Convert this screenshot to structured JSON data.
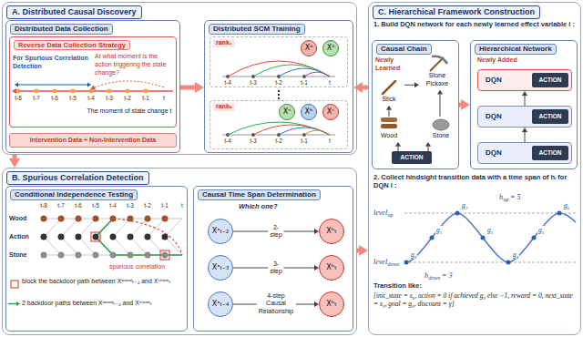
{
  "diagram": {
    "nodes": [
      {
        "text": [
          "A. Distributed Causal Discovery"
        ]
      },
      {
        "text": [
          "Distributed Data Collection"
        ],
        "in": 0
      },
      {
        "text": [
          "Reverse Data Collection Strategy"
        ],
        "in": 1
      },
      {
        "text": [
          "Intervention Data + Non-Intervention Data"
        ],
        "in": 1
      },
      {
        "text": [
          "Distributed SCM Training"
        ],
        "in": 0
      },
      {
        "text": [
          "rank₁"
        ],
        "in": 4
      },
      {
        "text": [
          "Xᵃ"
        ],
        "in": 5
      },
      {
        "text": [
          "X¹"
        ],
        "in": 5
      },
      {
        "text": [
          "rankₖ"
        ],
        "in": 4
      },
      {
        "text": [
          "Xⁿ"
        ],
        "in": 8
      },
      {
        "text": [
          "Xᵇ"
        ],
        "in": 8
      },
      {
        "text": [
          "Xᶜ"
        ],
        "in": 8
      },
      {
        "text": [
          "B. Spurious Correlation Detection"
        ]
      },
      {
        "text": [
          "Conditional Independence Testing"
        ],
        "in": 12
      },
      {
        "text": [
          "Causal Time Span Determination"
        ],
        "in": 12
      },
      {
        "text": [
          "Xᵃₜ₋₂"
        ],
        "in": 14
      },
      {
        "text": [
          "Xᵇₜ"
        ],
        "in": 14
      },
      {
        "text": [
          "Xᵃₜ₋₃"
        ],
        "in": 14
      },
      {
        "text": [
          "Xᵇₜ"
        ],
        "in": 14
      },
      {
        "text": [
          "Xᵃₜ₋₄"
        ],
        "in": 14
      },
      {
        "text": [
          "Xᵇₜ"
        ],
        "in": 14
      },
      {
        "text": [
          "C. Hierarchical Framework Construction"
        ]
      },
      {
        "text": [
          "Causal Chain"
        ],
        "in": 21
      },
      {
        "text": [
          "Stone Pickaxe"
        ],
        "in": 22
      },
      {
        "text": [
          "Stick"
        ],
        "in": 22
      },
      {
        "text": [
          "Wood"
        ],
        "in": 22
      },
      {
        "text": [
          "Stone"
        ],
        "in": 22
      },
      {
        "text": [
          "ACTION"
        ],
        "in": 22
      },
      {
        "text": [
          "Hierarchical Network"
        ],
        "in": 21
      },
      {
        "text": [
          "DQN"
        ],
        "in": 28
      },
      {
        "text": [
          "ACTION"
        ],
        "in": 29
      },
      {
        "text": [
          "DQN"
        ],
        "in": 28
      },
      {
        "text": [
          "ACTION"
        ],
        "in": 31
      },
      {
        "text": [
          "DQN"
        ],
        "in": 28
      },
      {
        "text": [
          "ACTION"
        ],
        "in": 33
      }
    ],
    "edges": [
      {
        "from": 1,
        "to": 4,
        "arrow": "to"
      },
      {
        "from": 0,
        "to": 12,
        "arrow": "to"
      },
      {
        "from": 12,
        "to": 21,
        "arrow": "to"
      },
      {
        "from": 21,
        "to": 4,
        "arrow": "to"
      },
      {
        "from": 15,
        "to": 16,
        "label": "2-step",
        "arrow": "to"
      },
      {
        "from": 17,
        "to": 18,
        "label": "3-step",
        "arrow": "to"
      },
      {
        "from": 19,
        "to": 20,
        "label": "4-step Causal Relationship",
        "arrow": "to"
      },
      {
        "from": 27,
        "to": 25,
        "arrow": "to"
      },
      {
        "from": 27,
        "to": 26,
        "arrow": "to"
      },
      {
        "from": 25,
        "to": 24,
        "arrow": "to"
      },
      {
        "from": 24,
        "to": 23,
        "arrow": "to"
      },
      {
        "from": 26,
        "to": 23,
        "arrow": "to"
      },
      {
        "from": 22,
        "to": 28,
        "arrow": "to"
      },
      {
        "from": 33,
        "to": 31,
        "arrow": "to"
      },
      {
        "from": 31,
        "to": 29,
        "arrow": "to"
      }
    ],
    "labels": [
      "For Spurious Correlation Detection",
      "At what moment is the action triggering the state change?",
      "The moment of state change t",
      "t-8",
      "t-7",
      "t-6",
      "t-5",
      "t-4",
      "t-3",
      "t-2",
      "t-1",
      "t",
      "t-4",
      "t-3",
      "t-2",
      "t-1",
      "t",
      "t-4",
      "t-3",
      "t-2",
      "t-1",
      "t",
      "Wood",
      "Action",
      "Stone",
      "t-8",
      "t-7",
      "t-6",
      "t-5",
      "t-4",
      "t-3",
      "t-2",
      "t-1",
      "t",
      "spurious correlation",
      "Which one?",
      "1. Build DQN network for each newly learned effect variable i :",
      "Newly Learned",
      "Newly Added",
      "2. Collect hindsight transition data with a time span of hᵢ for DQN i :",
      "level",
      "up",
      "level",
      "down",
      "h",
      "down",
      "= 3",
      "h",
      "up",
      "= 5",
      "g₀",
      "g₁",
      "g₂",
      "g₃",
      "g₄",
      "g₅",
      "g₆",
      "Transition like:",
      "[init_state = s₀, action = 0 if achieved g₀ else −1, reward = 0, next_state = s₃, goal = g₀, discount = γ]"
    ],
    "legend": [
      {
        "text": "block the backdoor path between Xʷᵒᵒᵈₜ₋₄ and Xˢᵗᵒⁿᵉₜ"
      },
      {
        "text": "2 backdoor paths between Xʷᵒᵒᵈₜ₋₄ and Xˢᵗᵒⁿᵉₜ"
      }
    ]
  }
}
